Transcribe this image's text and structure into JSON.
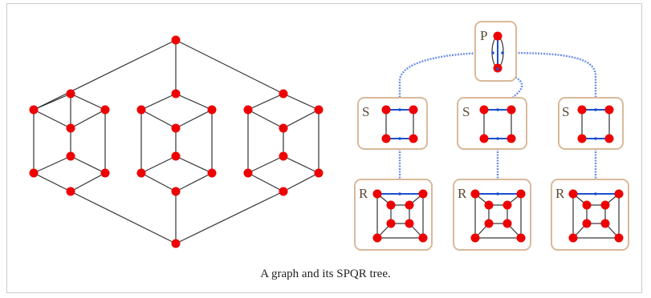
{
  "caption": "A graph and its SPQR tree.",
  "tree": {
    "root": {
      "type": "P",
      "label": "P"
    },
    "series_nodes": [
      {
        "type": "S",
        "label": "S"
      },
      {
        "type": "S",
        "label": "S"
      },
      {
        "type": "S",
        "label": "S"
      }
    ],
    "rigid_nodes": [
      {
        "type": "R",
        "label": "R"
      },
      {
        "type": "R",
        "label": "R"
      },
      {
        "type": "R",
        "label": "R"
      }
    ]
  },
  "colors": {
    "vertex": "#ee0000",
    "edge": "#333333",
    "node_border": "#d9b99a",
    "tree_link": "#6b8fe8",
    "label": "#5a4631"
  }
}
